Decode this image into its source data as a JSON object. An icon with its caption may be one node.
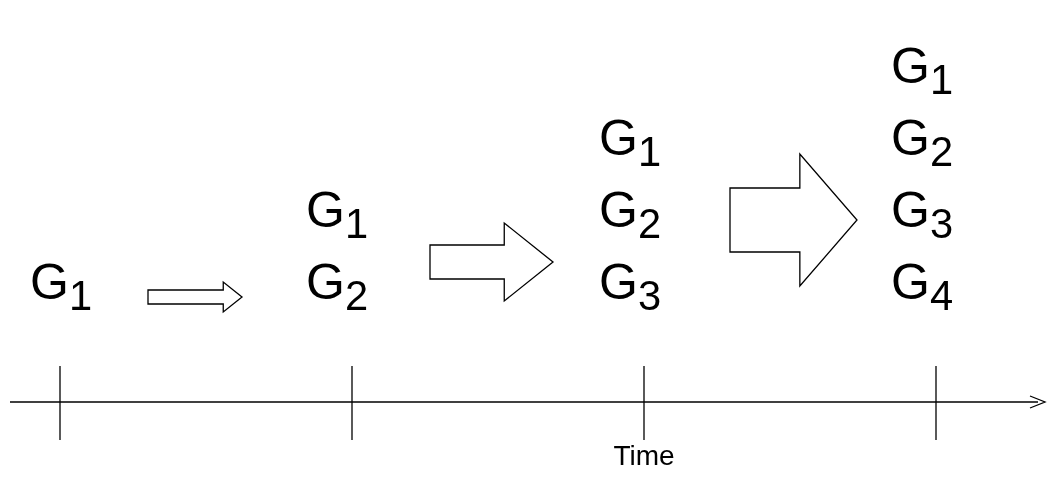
{
  "diagram": {
    "nodes": [
      {
        "text": [
          "G$_{1}$"
        ]
      },
      {
        "text": [
          "G$_{1}$",
          "G$_{2}$"
        ]
      },
      {
        "text": [
          "G$_{1}$",
          "G$_{2}$",
          "G$_{3}$"
        ]
      },
      {
        "text": [
          "G$_{1}$",
          "G$_{2}$",
          "G$_{3}$",
          "G$_{4}$"
        ]
      }
    ],
    "edges": [
      {
        "from": 0,
        "to": 1,
        "arrow": "to"
      },
      {
        "from": 1,
        "to": 2,
        "arrow": "to"
      },
      {
        "from": 2,
        "to": 3,
        "arrow": "to"
      }
    ],
    "labels": [
      "Time"
    ]
  }
}
